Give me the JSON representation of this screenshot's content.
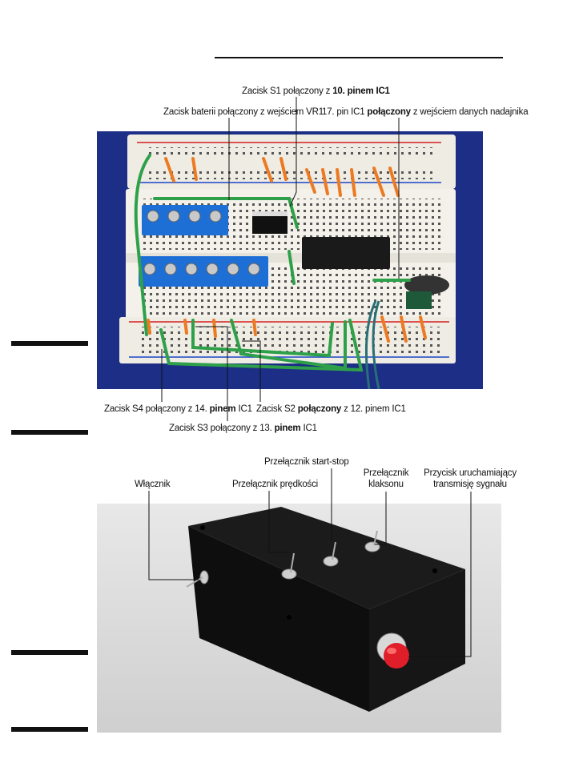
{
  "figure1": {
    "callouts": {
      "s1": {
        "pre": "Zacisk S1 połączony z ",
        "bold": "10. pinem IC1",
        "post": ""
      },
      "battery": {
        "pre": "Zacisk baterii połączony z wejściem VR1",
        "bold": "",
        "post": ""
      },
      "pin17": {
        "pre": "17. pin IC1 ",
        "bold": "połączony",
        "post": " z wejściem danych nadajnika"
      },
      "s4": {
        "pre": "Zacisk S4 połączony z 14. ",
        "bold": "pinem",
        "post": " IC1"
      },
      "s2": {
        "pre": "Zacisk S2 ",
        "bold": "połączony",
        "post": " z 12. pinem IC1"
      },
      "s3": {
        "pre": "Zacisk S3 połączony z 13. ",
        "bold": "pinem",
        "post": " IC1"
      }
    }
  },
  "figure2": {
    "callouts": {
      "power": "Włącznik",
      "speed": "Przełącznik prędkości",
      "startstop": "Przełącznik start-stop",
      "horn_line1": "Przełącznik",
      "horn_line2": "klaksonu",
      "button_line1": "Przycisk uruchamiający",
      "button_line2": "transmisję sygnału"
    }
  }
}
